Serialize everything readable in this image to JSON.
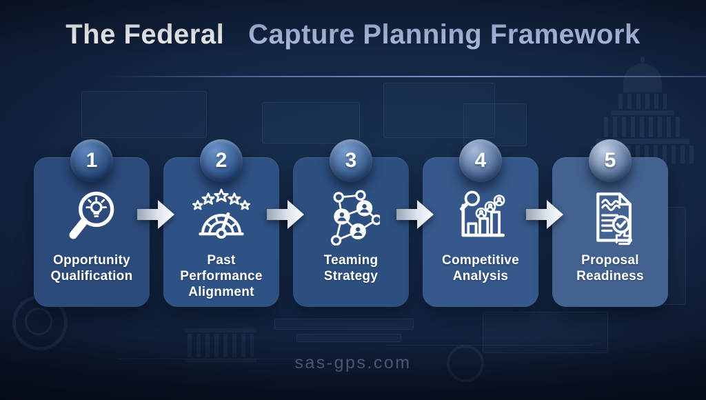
{
  "header": {
    "title_prefix": "The Federal",
    "title_highlight": "Capture Planning Framework"
  },
  "footer": {
    "watermark": "sas-gps.com"
  },
  "colors": {
    "background": "#0e1d36",
    "title_prefix": "#f7f8fa",
    "title_highlight": "#b3c1e8",
    "divider": "#7d9bd7",
    "card_text": "#ffffff",
    "watermark": "#94a2be",
    "arrow_start": "#9fa9b8",
    "arrow_end": "#ffffff"
  },
  "steps": [
    {
      "number": "1",
      "label": "Opportunity Qualification",
      "icon": "magnifier-lightbulb-icon",
      "colors": {
        "card": "#2c4b7b",
        "badge_light": "#5f87bd",
        "badge_dark": "#1f4070"
      }
    },
    {
      "number": "2",
      "label": "Past Performance Alignment",
      "icon": "gauge-stars-icon",
      "colors": {
        "card": "#2f5285",
        "badge_light": "#6a92c6",
        "badge_dark": "#254b80"
      }
    },
    {
      "number": "3",
      "label": "Teaming Strategy",
      "icon": "team-network-icon",
      "colors": {
        "card": "#2d5080",
        "badge_light": "#7b9dcd",
        "badge_dark": "#2a5080"
      }
    },
    {
      "number": "4",
      "label": "Competitive Analysis",
      "icon": "competitor-chart-icon",
      "colors": {
        "card": "#36588a",
        "badge_light": "#a5bad8",
        "badge_dark": "#3a5a8c"
      }
    },
    {
      "number": "5",
      "label": "Proposal Readiness",
      "icon": "proposal-check-icon",
      "colors": {
        "card": "#43628f",
        "badge_light": "#c3d0e3",
        "badge_dark": "#40608c"
      }
    }
  ]
}
